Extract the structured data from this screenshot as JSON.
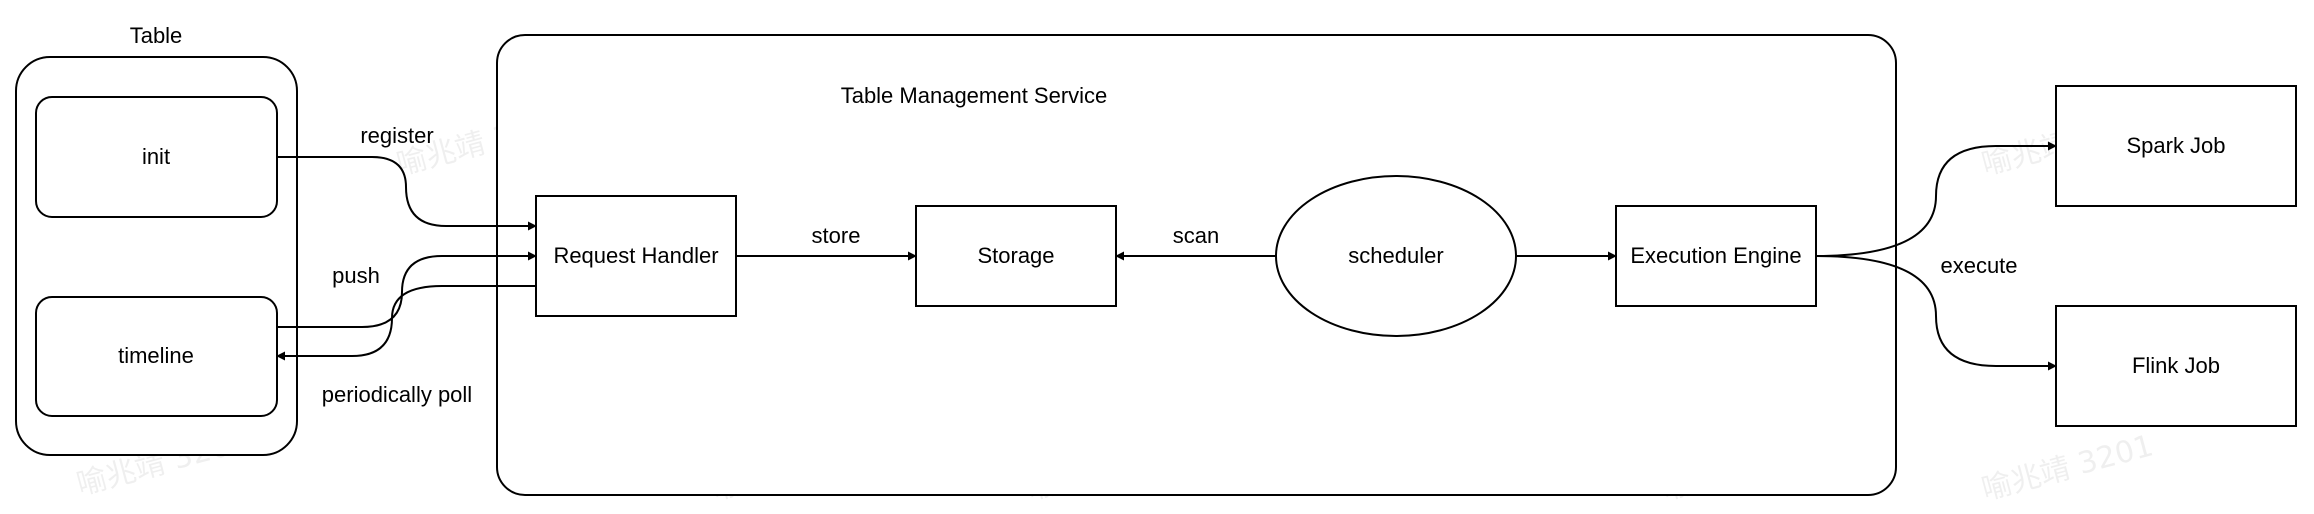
{
  "watermark": "喻兆靖 3201",
  "table_group": {
    "title": "Table",
    "init_label": "init",
    "timeline_label": "timeline"
  },
  "service": {
    "title": "Table Management Service",
    "request_handler_label": "Request Handler",
    "storage_label": "Storage",
    "scheduler_label": "scheduler",
    "execution_engine_label": "Execution Engine"
  },
  "jobs": {
    "spark_label": "Spark Job",
    "flink_label": "Flink Job"
  },
  "edge_labels": {
    "register": "register",
    "push": "push",
    "poll": "periodically poll",
    "store": "store",
    "scan": "scan",
    "execute": "execute"
  }
}
